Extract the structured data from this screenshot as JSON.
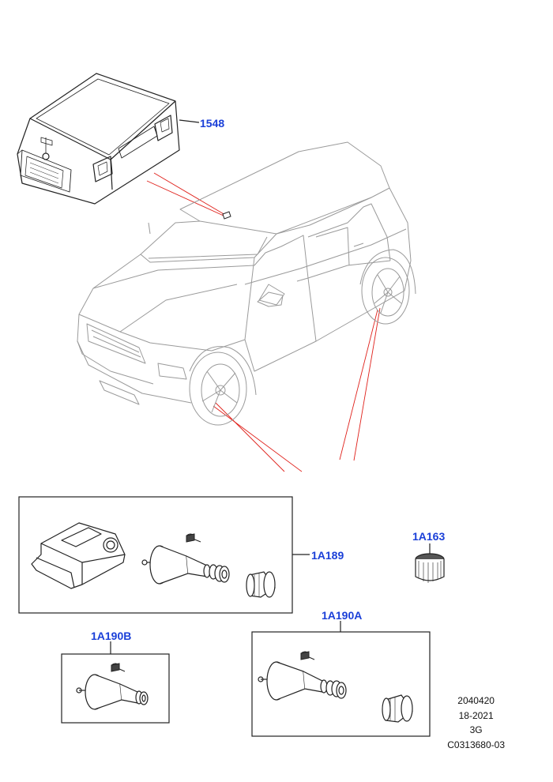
{
  "callouts": {
    "ecu": "1548",
    "sensor_kit": "1A189",
    "valve_cap": "1A163",
    "valve_kit_a": "1A190A",
    "valve_kit_b": "1A190B"
  },
  "reference": {
    "line1": "2040420",
    "line2": "18-2021",
    "line3": "3G",
    "line4": "C0313680-03"
  },
  "colors": {
    "callout_text": "#1a3fd8",
    "leader_line": "#e0211b",
    "drawing_line": "#222222",
    "vehicle_line": "#9a9a9a"
  }
}
